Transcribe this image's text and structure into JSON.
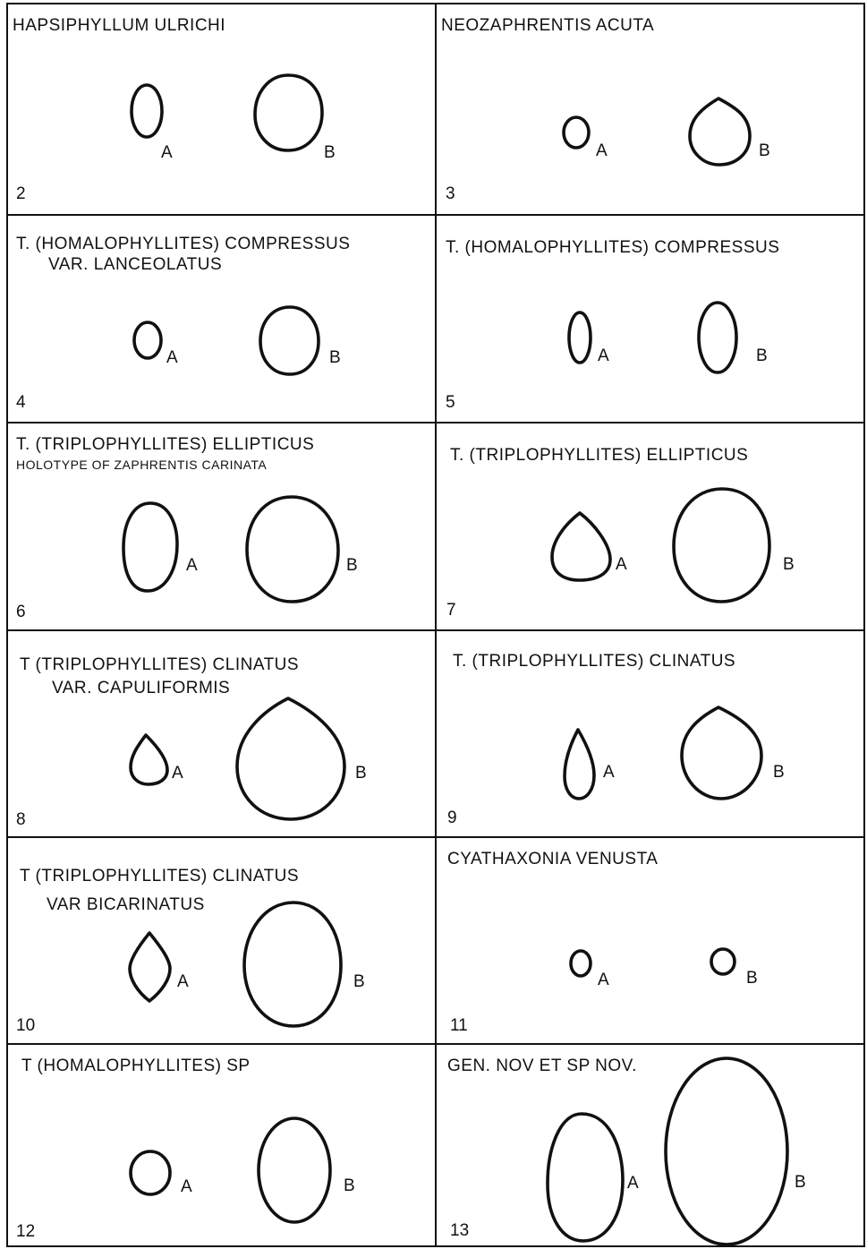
{
  "panels": [
    {
      "number": "2",
      "title": [
        "HAPSIPHYLLUM  ULRICHI"
      ],
      "sub": "",
      "labels": [
        "A",
        "B"
      ]
    },
    {
      "number": "3",
      "title": [
        "NEOZAPHRENTIS  ACUTA"
      ],
      "sub": "",
      "labels": [
        "A",
        "B"
      ]
    },
    {
      "number": "4",
      "title": [
        "T. (HOMALOPHYLLITES)  COMPRESSUS",
        "VAR.  LANCEOLATUS"
      ],
      "sub": "",
      "labels": [
        "A",
        "B"
      ]
    },
    {
      "number": "5",
      "title": [
        "T. (HOMALOPHYLLITES)  COMPRESSUS"
      ],
      "sub": "",
      "labels": [
        "A",
        "B"
      ]
    },
    {
      "number": "6",
      "title": [
        "T. (TRIPLOPHYLLITES)  ELLIPTICUS"
      ],
      "sub": "HOLOTYPE  OF  ZAPHRENTIS  CARINATA",
      "labels": [
        "A",
        "B"
      ]
    },
    {
      "number": "7",
      "title": [
        "T.  (TRIPLOPHYLLITES)  ELLIPTICUS"
      ],
      "sub": "",
      "labels": [
        "A",
        "B"
      ]
    },
    {
      "number": "8",
      "title": [
        "T   (TRIPLOPHYLLITES)  CLINATUS",
        "VAR.  CAPULIFORMIS"
      ],
      "sub": "",
      "labels": [
        "A",
        "B"
      ]
    },
    {
      "number": "9",
      "title": [
        "T.  (TRIPLOPHYLLITES)  CLINATUS"
      ],
      "sub": "",
      "labels": [
        "A",
        "B"
      ]
    },
    {
      "number": "10",
      "title": [
        "T  (TRIPLOPHYLLITES)  CLINATUS",
        "VAR   BICARINATUS"
      ],
      "sub": "",
      "labels": [
        "A",
        "B"
      ]
    },
    {
      "number": "11",
      "title": [
        "CYATHAXONIA  VENUSTA"
      ],
      "sub": "",
      "labels": [
        "A",
        "B"
      ]
    },
    {
      "number": "12",
      "title": [
        "T   (HOMALOPHYLLITES)   SP"
      ],
      "sub": "",
      "labels": [
        "A",
        "B"
      ]
    },
    {
      "number": "13",
      "title": [
        "GEN. NOV  ET  SP  NOV."
      ],
      "sub": "",
      "labels": [
        "A",
        "B"
      ]
    }
  ]
}
